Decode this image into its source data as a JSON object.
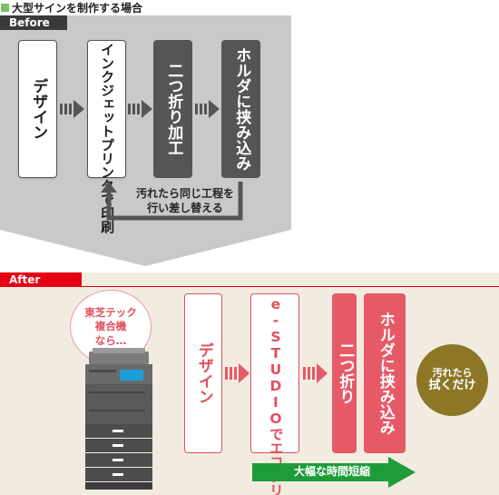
{
  "title": "大型サインを制作する場合",
  "before": {
    "label": "Before",
    "steps": [
      "デザイン",
      "インクジェットプリンタで印刷",
      "二つ折り加工",
      "ホルダに挟み込み"
    ],
    "loop_line1": "汚れたら同じ工程を",
    "loop_line2": "行い差し替える"
  },
  "after": {
    "label": "After",
    "bubble_line1": "東芝テック",
    "bubble_line2": "複合機",
    "bubble_line3": "なら…",
    "steps": [
      "デザイン",
      "e-STUDIOでエコクリスタルに印刷",
      "二つ折り",
      "ホルダに挟み込み"
    ],
    "badge_line1": "汚れたら",
    "badge_line2": "拭くだけ",
    "time_label": "大幅な時間短縮"
  },
  "colors": {
    "before_tab": "#3a3a3a",
    "after_tab": "#e60012",
    "dark_box": "#555555",
    "pink_box": "#e65a68",
    "green_arrow": "#1e9c3a",
    "gold": "#8d7727",
    "after_bg": "#f2ece0"
  }
}
